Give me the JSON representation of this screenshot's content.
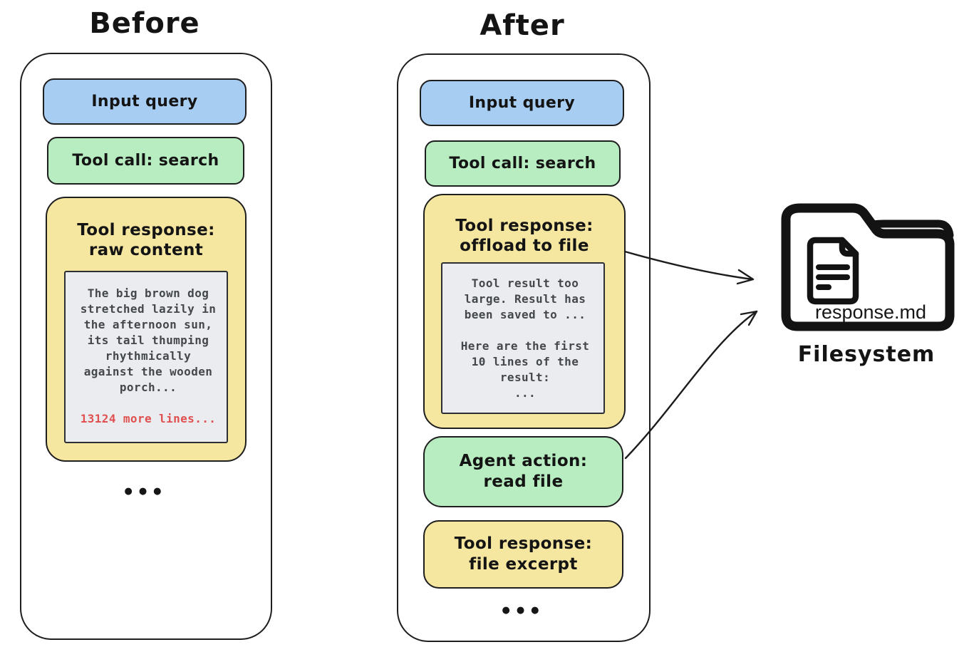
{
  "before": {
    "title": "Before",
    "input_query": "Input query",
    "tool_call": "Tool call: search",
    "tool_response_title": "Tool response:\nraw content",
    "excerpt": "The big brown dog\nstretched lazily in\nthe afternoon sun,\nits tail thumping\nrhythmically\nagainst the wooden\nporch...",
    "more_lines": "13124 more lines...",
    "ellipsis": "●●●"
  },
  "after": {
    "title": "After",
    "input_query": "Input query",
    "tool_call": "Tool call: search",
    "tool_response_title": "Tool response:\noffload to file",
    "excerpt": "Tool result too\nlarge. Result has\nbeen saved to ...\n\nHere are the first\n10 lines of the\nresult:\n...",
    "agent_action": "Agent action:\nread file",
    "tool_response_2": "Tool response:\nfile excerpt",
    "ellipsis": "●●●"
  },
  "filesystem": {
    "file_name": "response.md",
    "label": "Filesystem"
  },
  "colors": {
    "input_box": "#a8cdf2",
    "tool_call_box": "#b7edc0",
    "tool_response_box": "#f5e6a0",
    "excerpt_bg": "#eaecef",
    "more_lines_text": "#e05050",
    "outline": "#1e1e1e"
  }
}
